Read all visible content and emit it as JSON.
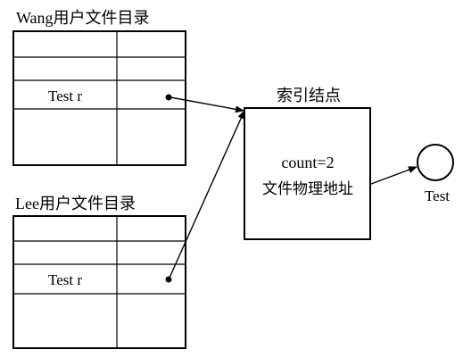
{
  "wang_directory": {
    "title": "Wang用户文件目录",
    "entry_name": "Test r"
  },
  "lee_directory": {
    "title": "Lee用户文件目录",
    "entry_name": "Test r"
  },
  "index_node": {
    "title": "索引结点",
    "count_text": "count=2",
    "address_text": "文件物理地址"
  },
  "file": {
    "label": "Test"
  },
  "colors": {
    "line": "#000000",
    "background": "#ffffff"
  }
}
